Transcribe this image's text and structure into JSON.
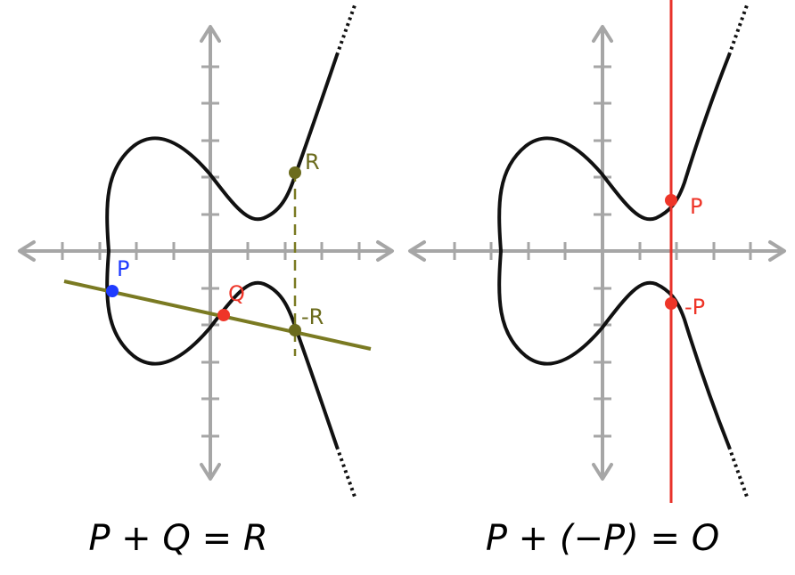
{
  "colors": {
    "axis": "#a6a6a6",
    "curve": "#111111",
    "olive": "#6b6b1d",
    "olive_line": "#7a7a22",
    "red": "#ee3528",
    "blue": "#1f3bff",
    "vertical_line": "#e8322a"
  },
  "left_panel": {
    "labels": {
      "P": "P",
      "Q": "Q",
      "R": "R",
      "negR": "-R"
    },
    "equation": "P + Q = R"
  },
  "right_panel": {
    "labels": {
      "P": "P",
      "negP": "-P"
    },
    "equation": "P + (−P) = O"
  }
}
